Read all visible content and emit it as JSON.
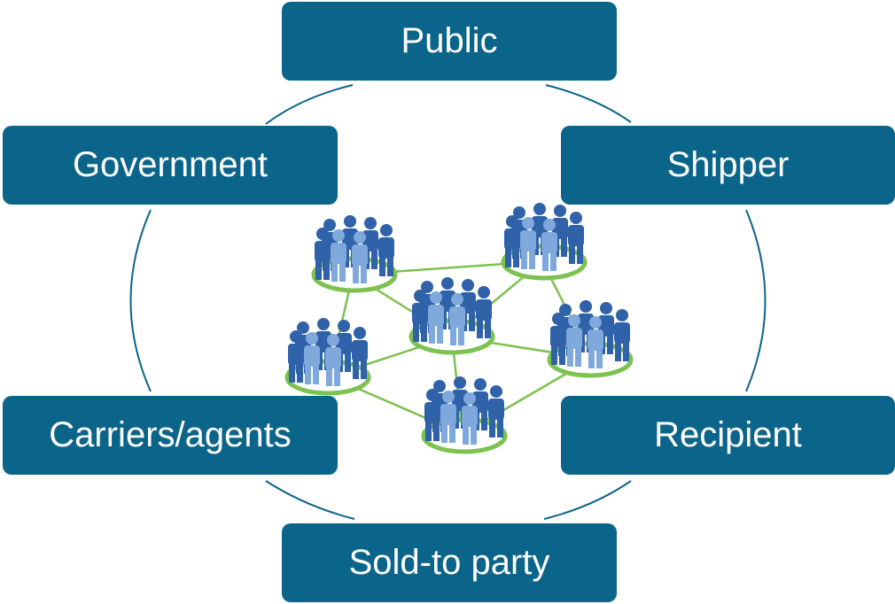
{
  "stakeholders": {
    "public": "Public",
    "government": "Government",
    "shipper": "Shipper",
    "carriers": "Carriers/agents",
    "recipient": "Recipient",
    "sold_to": "Sold-to party"
  },
  "colors": {
    "box": "#0b6489",
    "box_text": "#ffffff",
    "ring": "#0b6489",
    "network_link": "#7cc24f",
    "people_dark": "#2f62a9",
    "people_light": "#7fa8dc"
  },
  "icons": {
    "network": "people-network-icon",
    "group": "people-group-icon"
  }
}
